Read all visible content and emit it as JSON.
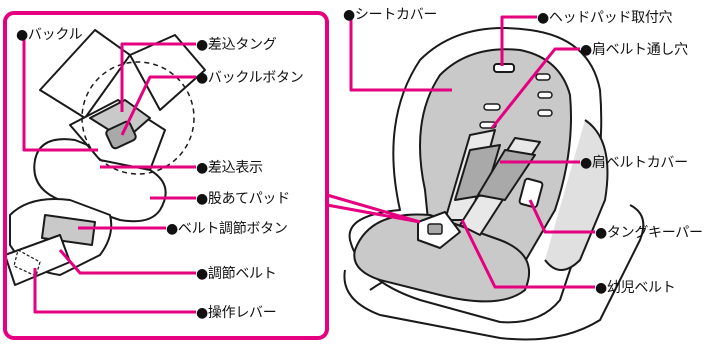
{
  "colors": {
    "accent": "#e4007f",
    "line": "#1a1a1a",
    "shade": "#c9c9c9",
    "shade_dark": "#a9a9a9"
  },
  "labels": {
    "buckle": "●バックル",
    "insert_tongue": "●差込タング",
    "buckle_button": "●バックルボタン",
    "insert_indicator": "●差込表示",
    "crotch_pad": "●股あてパッド",
    "belt_adjust_button": "●ベルト調節ボタン",
    "adjust_belt": "●調節ベルト",
    "operation_lever": "●操作レバー",
    "seat_cover": "●シートカバー",
    "headpad_hole": "●ヘッドパッド取付穴",
    "shoulder_hole": "●肩ベルト通し穴",
    "shoulder_cover": "●肩ベルトカバー",
    "tongue_keeper": "●タングキーパー",
    "infant_belt": "●幼児ベルト"
  }
}
